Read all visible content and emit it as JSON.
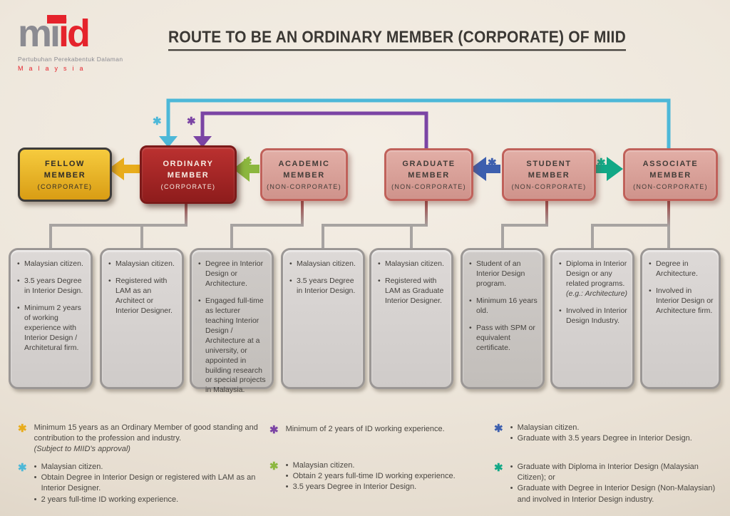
{
  "logo": {
    "word_gray": "mi",
    "word_red": "id",
    "subtitle": "Pertubuhan Perekabentuk Dalaman",
    "country": "Malaysia"
  },
  "title": "ROUTE TO BE AN ORDINARY MEMBER (CORPORATE) OF MIID",
  "members": [
    {
      "name": "FELLOW MEMBER",
      "sub": "(CORPORATE)"
    },
    {
      "name": "ORDINARY MEMBER",
      "sub": "(CORPORATE)"
    },
    {
      "name": "ACADEMIC MEMBER",
      "sub": "(NON-CORPORATE)"
    },
    {
      "name": "GRADUATE MEMBER",
      "sub": "(NON-CORPORATE)"
    },
    {
      "name": "STUDENT MEMBER",
      "sub": "(NON-CORPORATE)"
    },
    {
      "name": "ASSOCIATE MEMBER",
      "sub": "(NON-CORPORATE)"
    }
  ],
  "routes": {
    "ordinary_to_fellow": {
      "symbol": "✱",
      "color": "#e8ac1c"
    },
    "academic_to_ordinary": {
      "symbol": "✱",
      "color": "#8cb73f"
    },
    "student_to_graduate": {
      "symbol": "✱",
      "color": "#3d5fae"
    },
    "student_to_associate": {
      "symbol": "✱",
      "color": "#12a886"
    },
    "associate_to_ordinary": {
      "symbol": "✱",
      "color": "#4db8d8"
    },
    "graduate_to_ordinary": {
      "symbol": "✱",
      "color": "#7b44a4"
    }
  },
  "requirements": [
    {
      "items": [
        "Malaysian citizen.",
        "3.5 years Degree in Interior Design.",
        "Minimum 2 years of working experience with Interior Design / Architetural firm."
      ]
    },
    {
      "items": [
        "Malaysian citizen.",
        "Registered with LAM as an Architect or Interior Designer."
      ]
    },
    {
      "items": [
        "Degree in Interior Design or Architecture.",
        "Engaged full-time as lecturer teaching Interior Design / Architecture at a university, or appointed in building research or special projects in Malaysia."
      ]
    },
    {
      "items": [
        "Malaysian citizen.",
        "3.5 years Degree in Interior Design."
      ]
    },
    {
      "items": [
        "Malaysian citizen.",
        "Registered with LAM as Graduate Interior Designer."
      ]
    },
    {
      "items": [
        "Student of an Interior Design program.",
        "Minimum 16 years old.",
        "Pass with SPM or equivalent certificate."
      ]
    },
    {
      "items": [
        "Diploma in Interior Design or any related programs.",
        "Involved in Interior Design Industry."
      ],
      "note": "(e.g.: Architecture)"
    },
    {
      "items": [
        "Degree in Architecture.",
        "Involved in Interior Design or Architecture firm."
      ]
    }
  ],
  "legend": [
    {
      "symbol": "✱",
      "color": "#e8ac1c",
      "line": "Minimum 15 years as an Ordinary Member of good standing and contribution to the profession and industry.",
      "note": "(Subject to MIID's approval)"
    },
    {
      "symbol": "✱",
      "color": "#4db8d8",
      "bullets": [
        "Malaysian citizen.",
        "Obtain Degree in Interior Design or registered with LAM as an Interior Designer.",
        "2 years full-time ID working experience."
      ]
    },
    {
      "symbol": "✱",
      "color": "#7b44a4",
      "line": "Minimum of 2 years of ID working experience."
    },
    {
      "symbol": "✱",
      "color": "#8cb73f",
      "bullets": [
        "Malaysian citizen.",
        "Obtain 2 years full-time ID working experience.",
        "3.5 years Degree in Interior Design."
      ]
    },
    {
      "symbol": "✱",
      "color": "#3d5fae",
      "bullets": [
        "Malaysian citizen.",
        "Graduate with 3.5 years Degree in Interior Design."
      ]
    },
    {
      "symbol": "✱",
      "color": "#12a886",
      "bullets": [
        "Graduate with Diploma in Interior Design (Malaysian Citizen); or",
        "Graduate with Degree in Interior Design  (Non-Malaysian) and involved in Interior Design industry."
      ]
    }
  ],
  "colors": {
    "background": "#eee7dc",
    "fellow_box": "#e9b62b",
    "ordinary_box": "#a62624",
    "non_corporate_box": "#d9a29a",
    "requirement_box": "#d7d3d1",
    "requirement_box_dark": "#c9c5c2",
    "connector_gray": "#a7a3a1"
  }
}
